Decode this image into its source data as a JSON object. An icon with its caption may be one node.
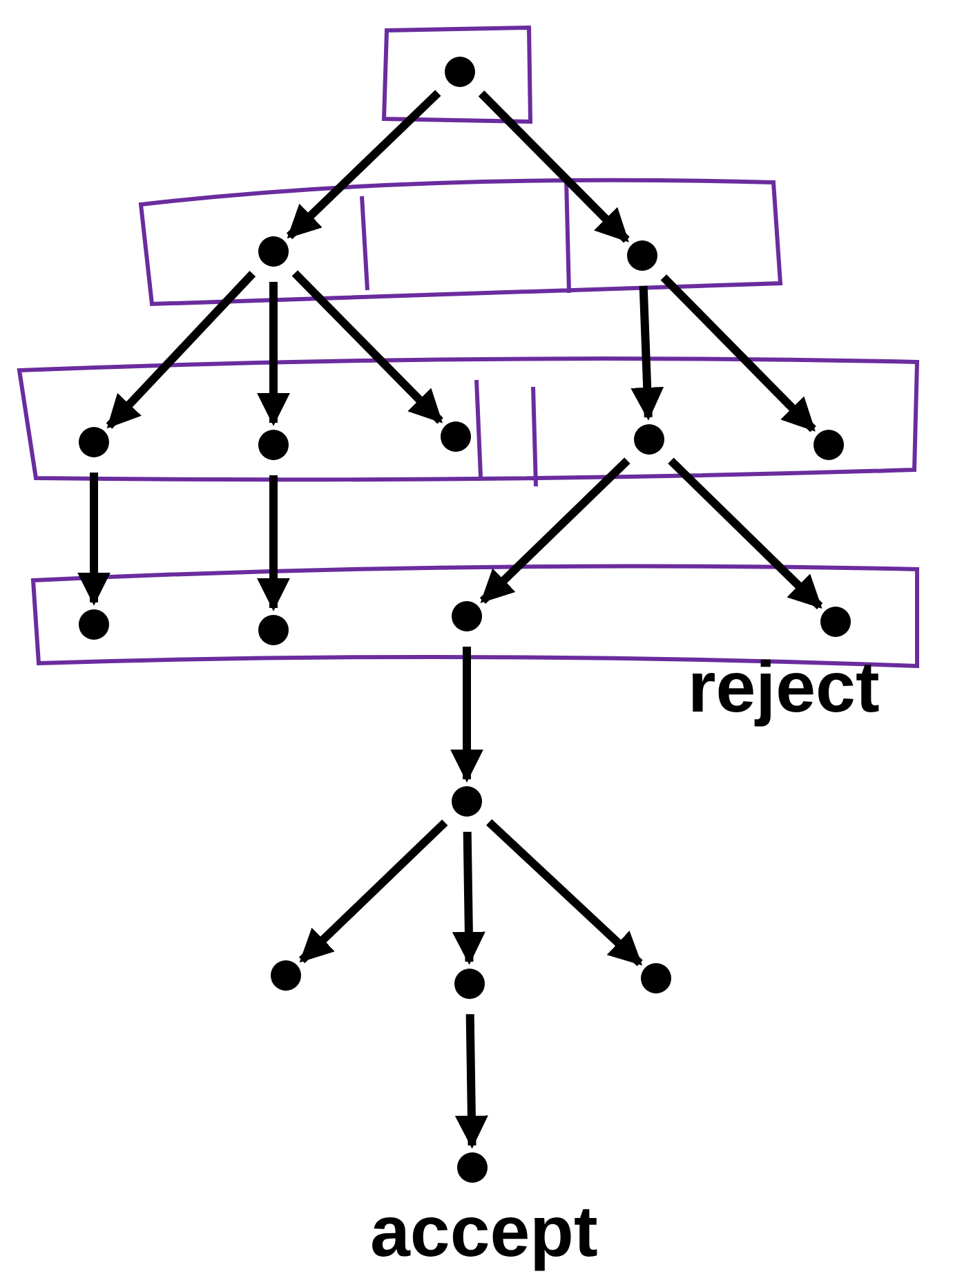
{
  "diagram": {
    "nodes": [
      {
        "text": [],
        "shape": "circle"
      },
      {
        "text": [],
        "shape": "circle"
      },
      {
        "text": [],
        "shape": "circle"
      },
      {
        "text": [],
        "shape": "circle"
      },
      {
        "text": [],
        "shape": "circle"
      },
      {
        "text": [],
        "shape": "circle"
      },
      {
        "text": [],
        "shape": "circle"
      },
      {
        "text": [],
        "shape": "circle"
      },
      {
        "text": [],
        "shape": "circle"
      },
      {
        "text": [],
        "shape": "circle"
      },
      {
        "text": [],
        "shape": "circle"
      },
      {
        "text": [],
        "shape": "circle",
        "beside": [
          "reject"
        ]
      },
      {
        "text": [],
        "shape": "circle"
      },
      {
        "text": [],
        "shape": "circle"
      },
      {
        "text": [],
        "shape": "circle"
      },
      {
        "text": [],
        "shape": "circle"
      },
      {
        "text": [],
        "shape": "circle",
        "beside": [
          "accept"
        ]
      }
    ],
    "edges": [
      {
        "from": 0,
        "to": 1,
        "arrow": "to"
      },
      {
        "from": 0,
        "to": 2,
        "arrow": "to"
      },
      {
        "from": 1,
        "to": 3,
        "arrow": "to"
      },
      {
        "from": 1,
        "to": 4,
        "arrow": "to"
      },
      {
        "from": 1,
        "to": 5,
        "arrow": "to"
      },
      {
        "from": 2,
        "to": 6,
        "arrow": "to"
      },
      {
        "from": 2,
        "to": 7,
        "arrow": "to"
      },
      {
        "from": 3,
        "to": 8,
        "arrow": "to"
      },
      {
        "from": 4,
        "to": 9,
        "arrow": "to"
      },
      {
        "from": 6,
        "to": 10,
        "arrow": "to"
      },
      {
        "from": 6,
        "to": 11,
        "arrow": "to"
      },
      {
        "from": 10,
        "to": 12,
        "arrow": "to"
      },
      {
        "from": 12,
        "to": 13,
        "arrow": "to"
      },
      {
        "from": 12,
        "to": 14,
        "arrow": "to"
      },
      {
        "from": 12,
        "to": 15,
        "arrow": "to"
      },
      {
        "from": 14,
        "to": 16,
        "arrow": "to"
      }
    ]
  }
}
